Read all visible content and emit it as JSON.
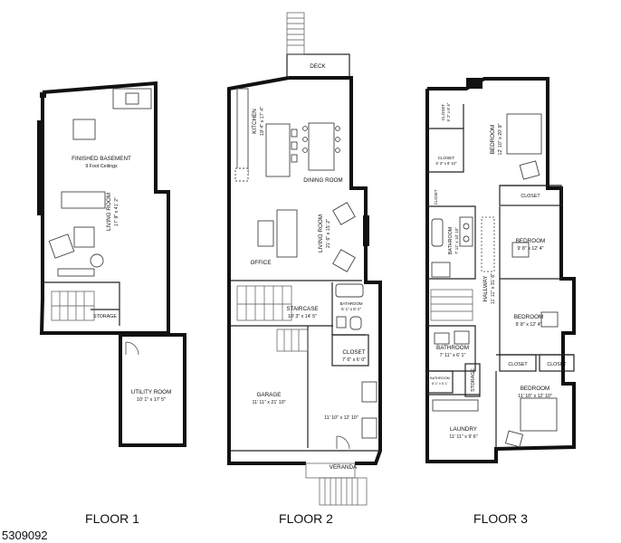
{
  "listing_id": "5309092",
  "floors": [
    {
      "label": "FLOOR 1",
      "rooms": [
        {
          "id": "finished-basement",
          "name": "FINISHED BASEMENT",
          "dim": "9 Foot Ceilings"
        },
        {
          "id": "living-room-1",
          "name": "LIVING ROOM",
          "dim": "17' 9\" x 41' 2\""
        },
        {
          "id": "storage-1",
          "name": "STORAGE",
          "dim": ""
        },
        {
          "id": "utility-room",
          "name": "UTILITY ROOM",
          "dim": "10' 1\" x 17' 5\""
        }
      ]
    },
    {
      "label": "FLOOR 2",
      "rooms": [
        {
          "id": "deck",
          "name": "DECK",
          "dim": ""
        },
        {
          "id": "kitchen",
          "name": "KITCHEN",
          "dim": "19' 4\" x 17' 4\""
        },
        {
          "id": "dining-room",
          "name": "DINING ROOM",
          "dim": ""
        },
        {
          "id": "living-room-2",
          "name": "LIVING ROOM",
          "dim": "21' 6\" x 15' 2\""
        },
        {
          "id": "office",
          "name": "OFFICE",
          "dim": ""
        },
        {
          "id": "bathroom-2",
          "name": "BATHROOM",
          "dim": "5' 1\" x 8' 1\""
        },
        {
          "id": "staircase",
          "name": "STAIRCASE",
          "dim": "10' 3\" x 14' 5\""
        },
        {
          "id": "closet-2",
          "name": "CLOSET",
          "dim": "7' 6\" x 6' 0\""
        },
        {
          "id": "garage",
          "name": "GARAGE",
          "dim": "11' 11\" x 21' 10\""
        },
        {
          "id": "entry",
          "name": "",
          "dim": "11' 10\" x 12' 10\""
        },
        {
          "id": "veranda",
          "name": "VERANDA",
          "dim": ""
        }
      ]
    },
    {
      "label": "FLOOR 3",
      "rooms": [
        {
          "id": "closet-a",
          "name": "CLOSET",
          "dim": "5' 2\" x 8' 6\""
        },
        {
          "id": "closet-b",
          "name": "CLOSET",
          "dim": "6' 3\" x 8' 10\""
        },
        {
          "id": "bedroom-1",
          "name": "BEDROOM",
          "dim": "12' 10\" x 20' 9\""
        },
        {
          "id": "closet-c",
          "name": "CLOSET",
          "dim": ""
        },
        {
          "id": "bathroom-3a",
          "name": "BATHROOM",
          "dim": "7' 11\" x 10' 10\""
        },
        {
          "id": "bedroom-2",
          "name": "BEDROOM",
          "dim": "9' 8\" x 12' 4\""
        },
        {
          "id": "hallway",
          "name": "HALLWAY",
          "dim": "11' 11\" x 31' 6\""
        },
        {
          "id": "bedroom-3",
          "name": "BEDROOM",
          "dim": "9' 8\" x 12' 4\""
        },
        {
          "id": "bathroom-3b",
          "name": "BATHROOM",
          "dim": "7' 11\" x 6' 1\""
        },
        {
          "id": "closet-d",
          "name": "CLOSET",
          "dim": ""
        },
        {
          "id": "closet-e",
          "name": "CLOSET",
          "dim": ""
        },
        {
          "id": "bathroom-3c",
          "name": "BATHROOM",
          "dim": "6' 1\" x 5' 1\""
        },
        {
          "id": "storage-3",
          "name": "STORAGE",
          "dim": ""
        },
        {
          "id": "bedroom-4",
          "name": "BEDROOM",
          "dim": "11' 10\" x 12' 10\""
        },
        {
          "id": "laundry",
          "name": "LAUNDRY",
          "dim": "11' 11\" x 9' 6\""
        },
        {
          "id": "closet-f",
          "name": "CLOSET",
          "dim": ""
        }
      ]
    }
  ]
}
